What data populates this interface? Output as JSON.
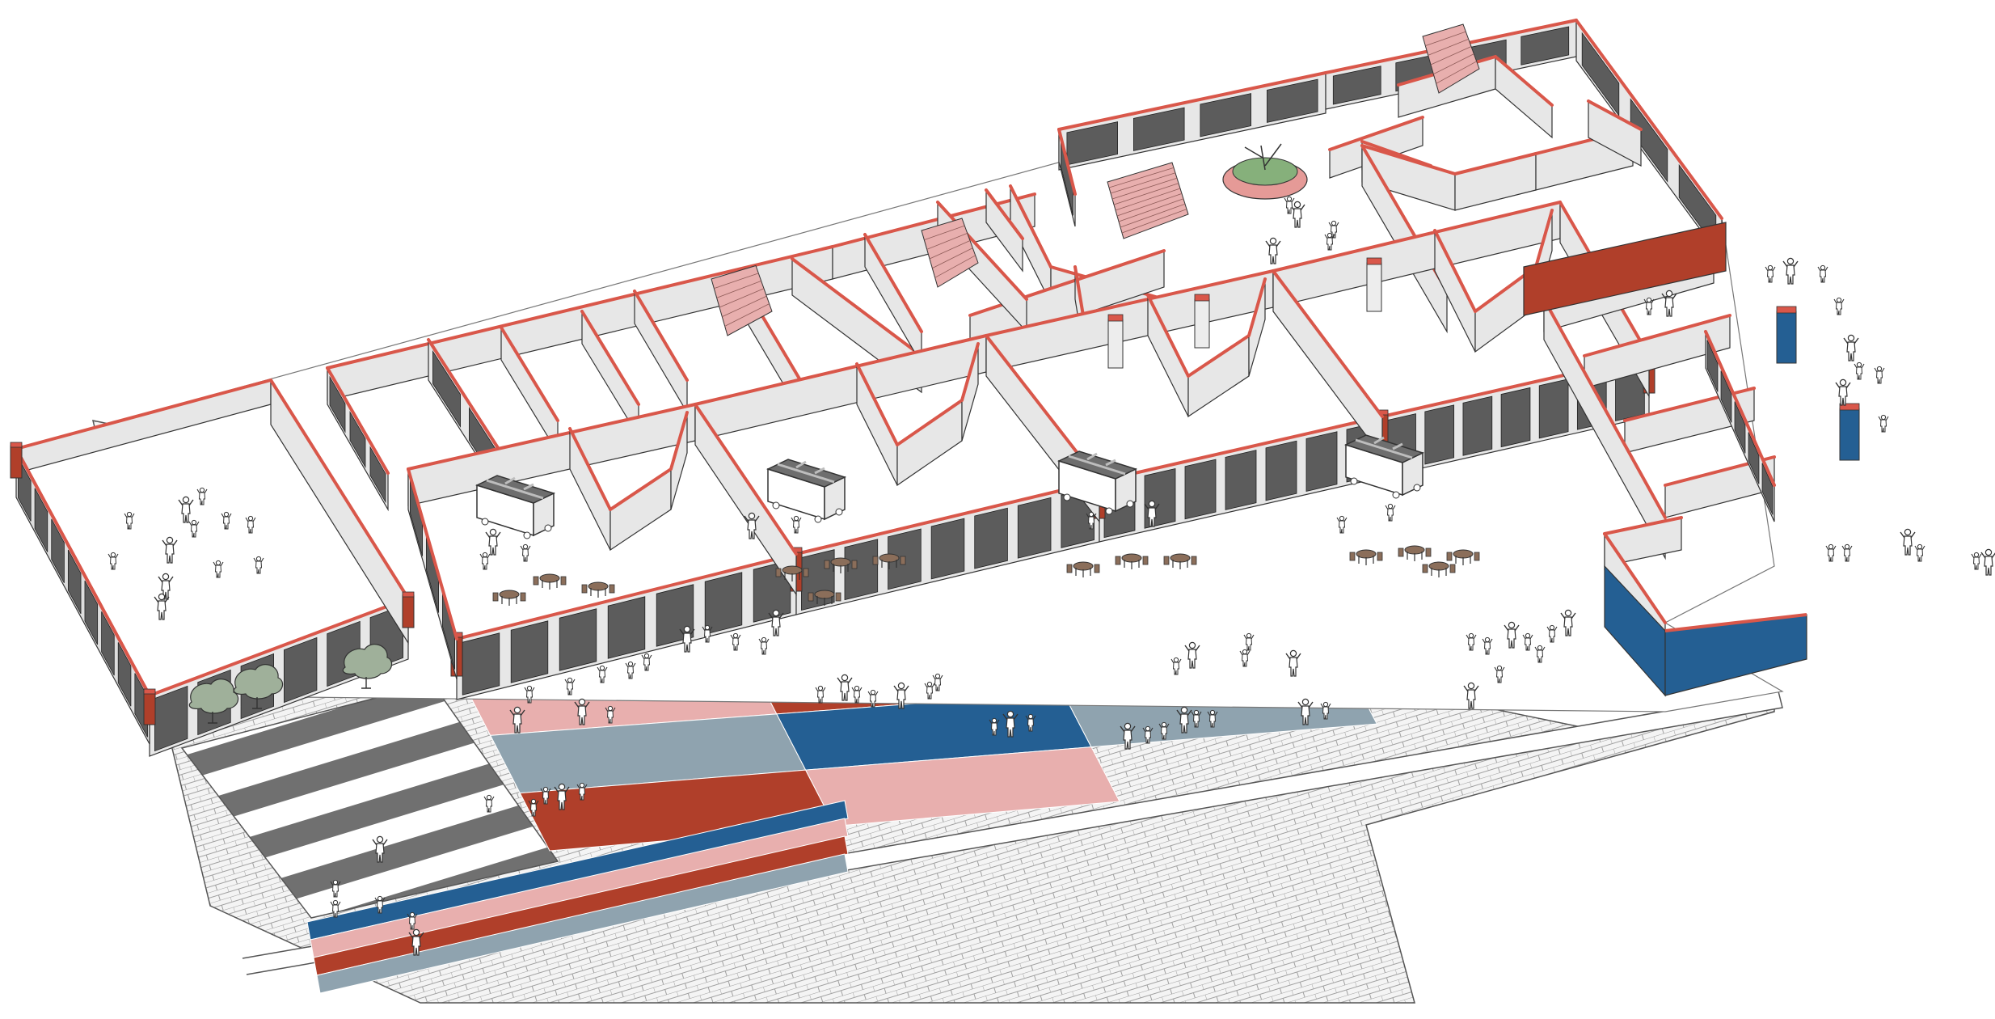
{
  "colors": {
    "red": "#B03F2A",
    "pink": "#E8AFAE",
    "slate": "#8FA3AF",
    "blue": "#245F93",
    "wall_top": "#D9574A",
    "wall_face": "#E7E7E7",
    "wall_shade": "#CFCFCF",
    "glass": "#5C5C5C",
    "floor": "#FFFFFF",
    "paving": "#F4F4F4",
    "paving_line": "#9A9A9A",
    "stripe_dark": "#6E6E6E",
    "stripe_light": "#FFFFFF",
    "planter_ring": "#E59A97",
    "planter_fill": "#86B07B",
    "tree": "#9FB09A",
    "table": "#8B6E5A",
    "outline": "#333333"
  },
  "plaza": {
    "tiles": [
      {
        "row": 0,
        "col": 0,
        "color": "pink"
      },
      {
        "row": 0,
        "col": 1,
        "color": "red"
      },
      {
        "row": 0,
        "col": 2,
        "color": "pink"
      },
      {
        "row": 0,
        "col": 3,
        "color": "red"
      },
      {
        "row": 1,
        "col": 0,
        "color": "slate"
      },
      {
        "row": 1,
        "col": 1,
        "color": "blue"
      },
      {
        "row": 1,
        "col": 2,
        "color": "slate"
      },
      {
        "row": 2,
        "col": 0,
        "color": "red"
      },
      {
        "row": 2,
        "col": 1,
        "color": "pink"
      }
    ],
    "bands": [
      "blue",
      "pink",
      "red",
      "slate"
    ]
  },
  "icons": {
    "people": "person-figure-icon",
    "tree": "tree-icon",
    "kiosk": "kiosk-cart-icon",
    "table": "table-chairs-icon",
    "planter": "circular-planter-icon",
    "stair": "stair-icon",
    "column": "blue-column-icon"
  }
}
